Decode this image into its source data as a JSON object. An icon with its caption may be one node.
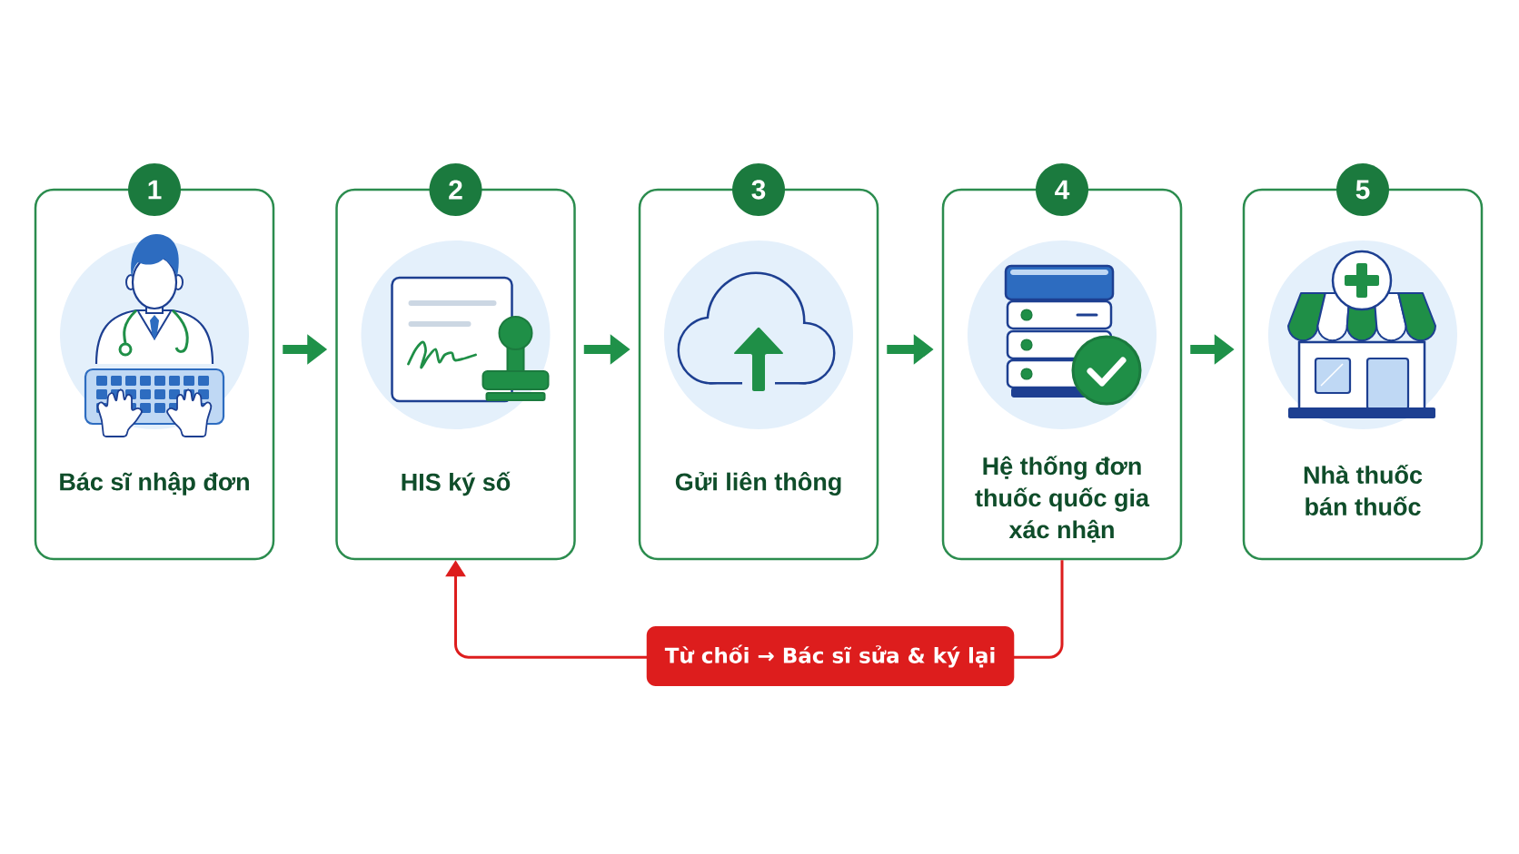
{
  "diagram": {
    "nodes": [
      {
        "text": [
          "1",
          "Bác sĩ nhập đơn"
        ]
      },
      {
        "text": [
          "2",
          "HIS ký số"
        ]
      },
      {
        "text": [
          "3",
          "Gửi liên thông"
        ]
      },
      {
        "text": [
          "4",
          "Hệ thống đơn thuốc quốc gia xác nhận"
        ]
      },
      {
        "text": [
          "5",
          "Nhà thuốc bán thuốc"
        ]
      }
    ],
    "edges": [
      {
        "from": 0,
        "to": 1,
        "arrow": "to"
      },
      {
        "from": 1,
        "to": 2,
        "arrow": "to"
      },
      {
        "from": 2,
        "to": 3,
        "arrow": "to"
      },
      {
        "from": 3,
        "to": 4,
        "arrow": "to"
      },
      {
        "from": 3,
        "to": 1,
        "arrow": "to",
        "label": "Từ chối → Bác sĩ sửa & ký lại",
        "color": "#dd1d1d"
      }
    ]
  }
}
